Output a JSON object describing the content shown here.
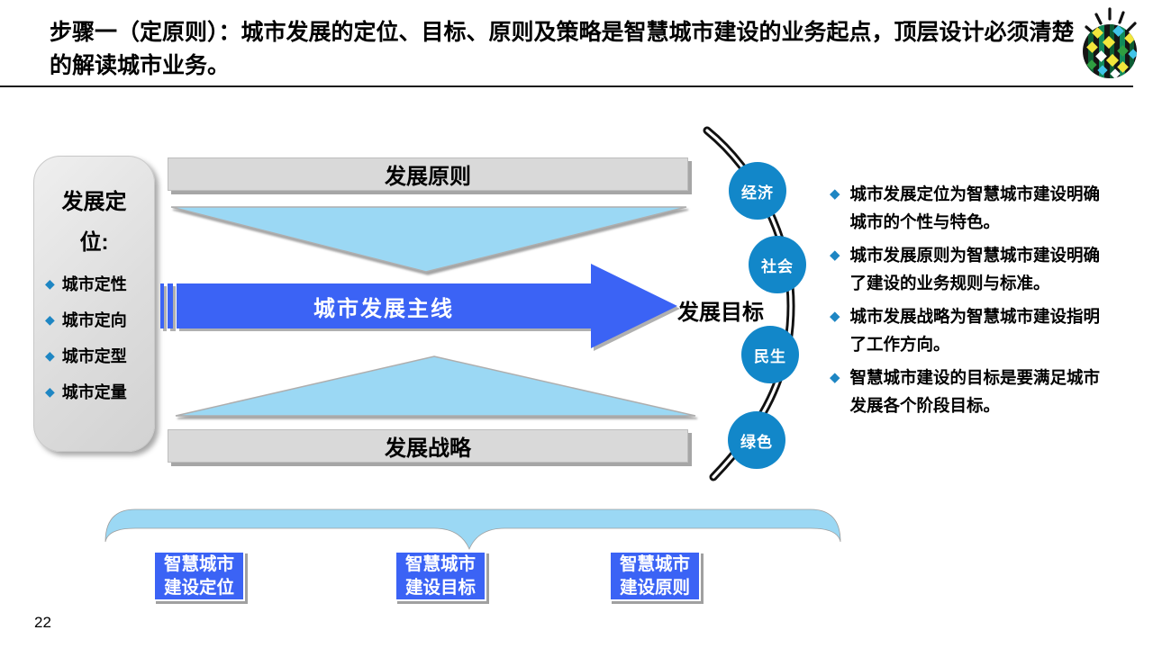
{
  "slide": {
    "title": "步骤一（定原则）：城市发展的定位、目标、原则及策略是智慧城市建设的业务起点，顶层设计必须清楚的解读城市业务。",
    "page_number": "22"
  },
  "icons": {
    "bullet_diamond": "◆",
    "logo": "smarter-planet-globe"
  },
  "left_panel": {
    "heading": "发展定位:",
    "items": [
      "城市定性",
      "城市定向",
      "城市定型",
      "城市定量"
    ]
  },
  "diagram": {
    "top_bar": "发展原则",
    "bottom_bar": "发展战略",
    "arrow_label": "城市发展主线",
    "arrow_target": "发展目标",
    "rail_nodes": [
      "经济",
      "社会",
      "民生",
      "绿色"
    ]
  },
  "insights": [
    "城市发展定位为智慧城市建设明确城市的个性与特色。",
    "城市发展原则为智慧城市建设明确了建设的业务规则与标准。",
    "城市发展战略为智慧城市建设指明了工作方向。",
    "智慧城市建设的目标是要满足城市发展各个阶段目标。"
  ],
  "bottom_boxes": [
    "智慧城市建设定位",
    "智慧城市建设目标",
    "智慧城市建设原则"
  ],
  "colors": {
    "accent_blue": "#3B63F5",
    "sky_blue": "#9BD8F4",
    "node_blue": "#1287C9",
    "diamond_teal": "#1E86C3",
    "bar_gray": "#D9D9D9"
  }
}
